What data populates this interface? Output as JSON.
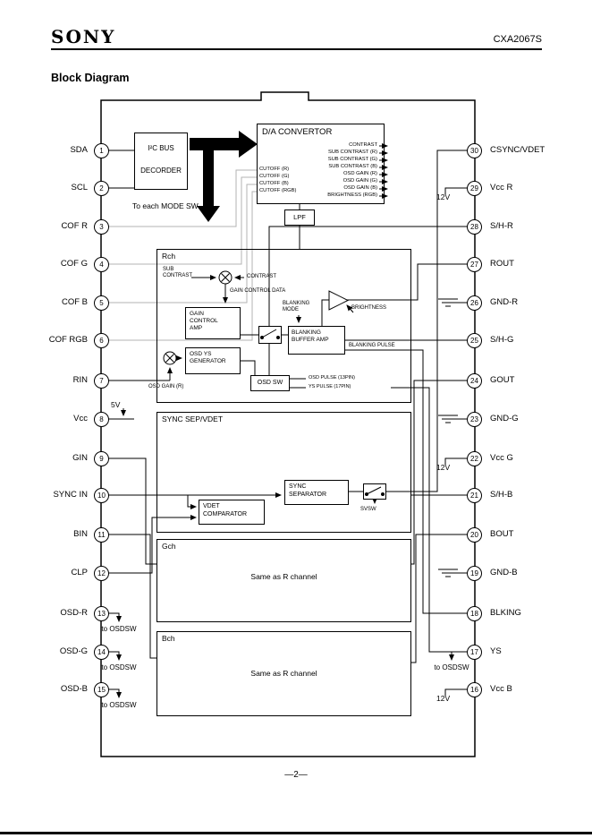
{
  "header": {
    "brand": "SONY",
    "part": "CXA2067S"
  },
  "title": "Block Diagram",
  "page_number": "—2—",
  "pins": {
    "left": [
      {
        "num": "1",
        "label": "SDA"
      },
      {
        "num": "2",
        "label": "SCL"
      },
      {
        "num": "3",
        "label": "COF R"
      },
      {
        "num": "4",
        "label": "COF G"
      },
      {
        "num": "5",
        "label": "COF B"
      },
      {
        "num": "6",
        "label": "COF RGB"
      },
      {
        "num": "7",
        "label": "RIN"
      },
      {
        "num": "8",
        "label": "Vcc",
        "note": "5V"
      },
      {
        "num": "9",
        "label": "GIN"
      },
      {
        "num": "10",
        "label": "SYNC IN"
      },
      {
        "num": "11",
        "label": "BIN"
      },
      {
        "num": "12",
        "label": "CLP"
      },
      {
        "num": "13",
        "label": "OSD-R",
        "note": "to OSDSW"
      },
      {
        "num": "14",
        "label": "OSD-G",
        "note": "to OSDSW"
      },
      {
        "num": "15",
        "label": "OSD-B",
        "note": "to OSDSW"
      }
    ],
    "right": [
      {
        "num": "30",
        "label": "CSYNC/VDET"
      },
      {
        "num": "29",
        "label": "Vcc R",
        "note": "12V"
      },
      {
        "num": "28",
        "label": "S/H-R"
      },
      {
        "num": "27",
        "label": "ROUT"
      },
      {
        "num": "26",
        "label": "GND-R"
      },
      {
        "num": "25",
        "label": "S/H-G"
      },
      {
        "num": "24",
        "label": "GOUT"
      },
      {
        "num": "23",
        "label": "GND-G"
      },
      {
        "num": "22",
        "label": "Vcc G",
        "note": "12V"
      },
      {
        "num": "21",
        "label": "S/H-B"
      },
      {
        "num": "20",
        "label": "BOUT"
      },
      {
        "num": "19",
        "label": "GND-B"
      },
      {
        "num": "18",
        "label": "BLKING"
      },
      {
        "num": "17",
        "label": "YS",
        "note": "to OSDSW"
      },
      {
        "num": "16",
        "label": "Vcc B",
        "note": "12V"
      }
    ]
  },
  "blocks": {
    "i2c": {
      "line1": "I²C BUS",
      "line2": "DECORDER",
      "note": "To each MODE SW"
    },
    "dac": {
      "title": "D/A CONVERTOR",
      "outputs": [
        "CONTRAST",
        "SUB CONTRAST (R)",
        "SUB CONTRAST (G)",
        "SUB CONTRAST (B)",
        "OSD GAIN (R)",
        "OSD GAIN (G)",
        "OSD GAIN (B)",
        "BRIGHTNESS (RGB)"
      ],
      "inputs": [
        "CUTOFF (R)",
        "CUTOFF (G)",
        "CUTOFF (B)",
        "CUTOFF (RGB)"
      ]
    },
    "lpf": {
      "label": "LPF"
    },
    "rch": {
      "label": "Rch",
      "sub_contrast": "SUB CONTRAST",
      "contrast": "CONTRAST",
      "gain_control_data": "GAIN CONTROL DATA",
      "gain_amp": "GAIN CONTROL AMP",
      "osd_ys_gen": "OSD YS GENERATOR",
      "osd_gain_r": "OSD GAIN (R)",
      "blanking_mode": "BLANKING MODE",
      "brightness": "BRIGHTNESS",
      "buffer_amp": "BLANKING BUFFER AMP",
      "blanking_pulse": "BLANKING PULSE",
      "osd_sw": "OSD SW",
      "osd_pulse": "OSD PULSE (13PIN)",
      "ys_pulse": "YS PULSE (17PIN)"
    },
    "sync": {
      "label": "SYNC SEP/VDET",
      "separator": "SYNC SEPARATOR",
      "svsw": "SVSW",
      "vdet": "VDET COMPARATOR"
    },
    "gch": {
      "label": "Gch",
      "note": "Same as R channel"
    },
    "bch": {
      "label": "Bch",
      "note": "Same as R channel"
    }
  }
}
